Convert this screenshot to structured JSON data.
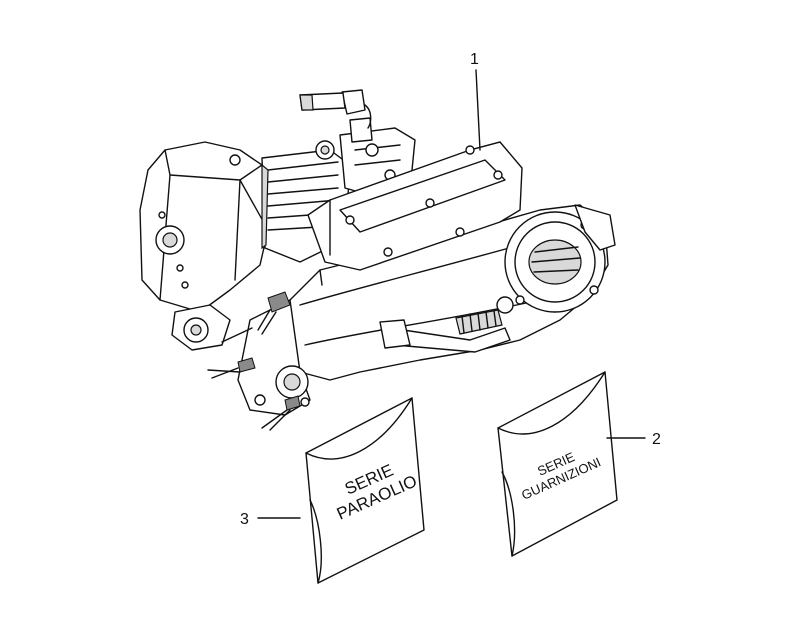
{
  "callouts": [
    {
      "number": "1",
      "part": "engine-assembly"
    },
    {
      "number": "2",
      "part": "gasket-kit"
    },
    {
      "number": "3",
      "part": "oil-seal-kit"
    }
  ],
  "envelopes": {
    "oil_seal": {
      "line1": "SERIE",
      "line2": "PARAOLIO"
    },
    "gasket": {
      "line1": "SERIE",
      "line2": "GUARNIZIONI"
    }
  },
  "colors": {
    "ink": "#111111",
    "shade": "#d9d9d9",
    "background": "#ffffff"
  }
}
